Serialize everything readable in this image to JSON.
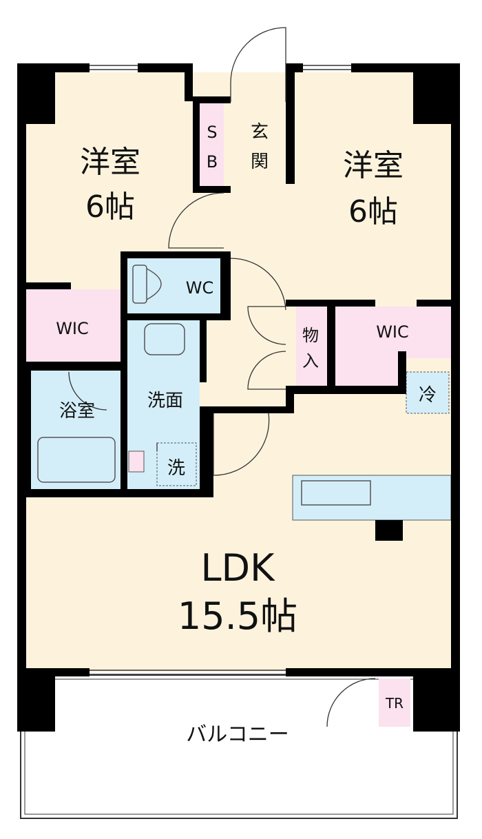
{
  "rooms": {
    "western_left": {
      "name": "洋室",
      "size": "6帖"
    },
    "western_right": {
      "name": "洋室",
      "size": "6帖"
    },
    "shoe_box": {
      "line1": "S",
      "line2": "B"
    },
    "entrance": {
      "line1": "玄",
      "line2": "関"
    },
    "wc": "WC",
    "wic_left": "WIC",
    "wic_right": "WIC",
    "closet": {
      "line1": "物",
      "line2": "入"
    },
    "washroom": "洗面",
    "bathroom": "浴室",
    "washer": "洗",
    "fridge": "冷",
    "ldk": {
      "name": "LDK",
      "size": "15.5帖"
    },
    "balcony": "バルコニー",
    "trunk_room": "TR"
  },
  "colors": {
    "living": "#fdf3dd",
    "wet": "#d4eef9",
    "storage": "#fbe2ee",
    "wall": "#000000"
  }
}
